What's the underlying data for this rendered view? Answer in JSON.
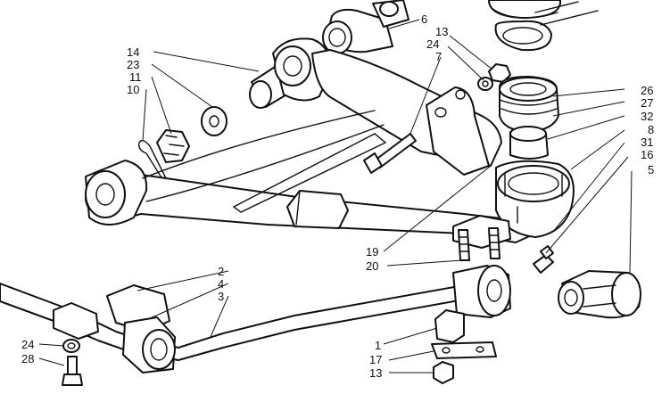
{
  "diagram": {
    "labels": [
      {
        "id": "l6",
        "text": "6"
      },
      {
        "id": "l13a",
        "text": "13"
      },
      {
        "id": "l24a",
        "text": "24"
      },
      {
        "id": "l7",
        "text": "7"
      },
      {
        "id": "l14",
        "text": "14"
      },
      {
        "id": "l23",
        "text": "23"
      },
      {
        "id": "l11",
        "text": "11"
      },
      {
        "id": "l10",
        "text": "10"
      },
      {
        "id": "l26",
        "text": "26"
      },
      {
        "id": "l27",
        "text": "27"
      },
      {
        "id": "l32",
        "text": "32"
      },
      {
        "id": "l8",
        "text": "8"
      },
      {
        "id": "l31",
        "text": "31"
      },
      {
        "id": "l16",
        "text": "16"
      },
      {
        "id": "l5",
        "text": "5"
      },
      {
        "id": "l19",
        "text": "19"
      },
      {
        "id": "l20",
        "text": "20"
      },
      {
        "id": "l2",
        "text": "2"
      },
      {
        "id": "l4",
        "text": "4"
      },
      {
        "id": "l3",
        "text": "3"
      },
      {
        "id": "l1",
        "text": "1"
      },
      {
        "id": "l17",
        "text": "17"
      },
      {
        "id": "l13b",
        "text": "13"
      },
      {
        "id": "l24b",
        "text": "24"
      },
      {
        "id": "l28",
        "text": "28"
      }
    ]
  }
}
